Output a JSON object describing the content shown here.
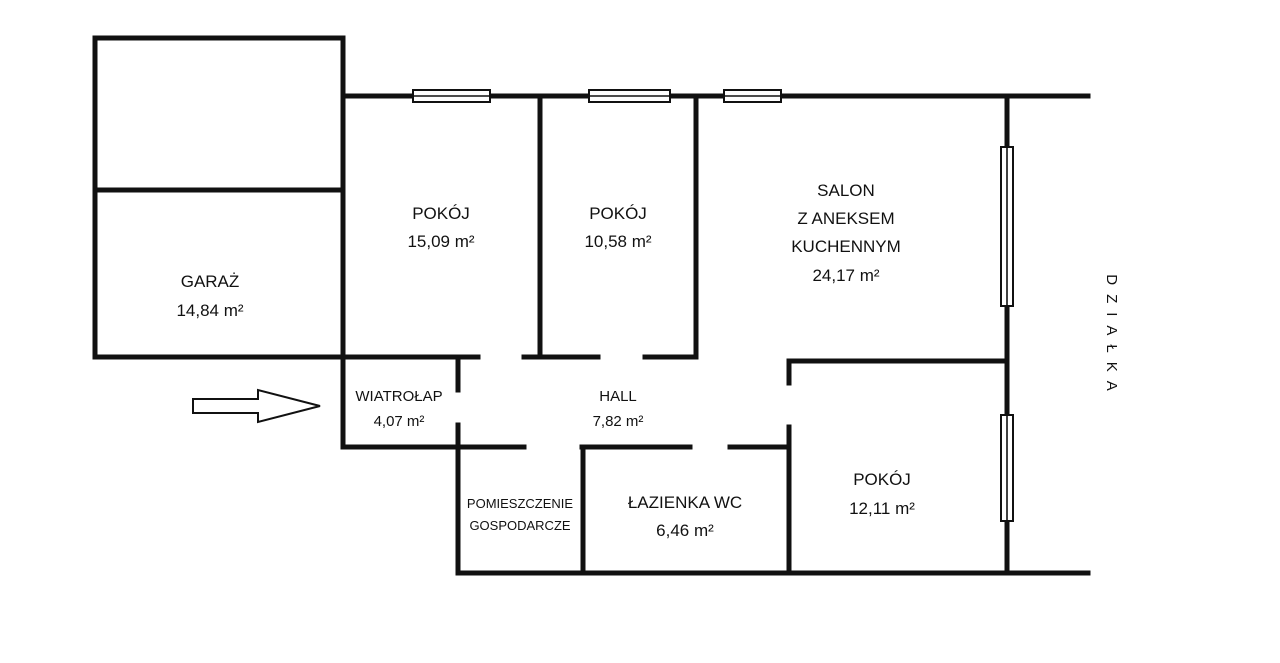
{
  "rooms": {
    "garage": {
      "name": "GARAŻ",
      "area": "14,84 m²"
    },
    "room_1": {
      "name": "POKÓJ",
      "area": "15,09 m²"
    },
    "room_2": {
      "name": "POKÓJ",
      "area": "10,58 m²"
    },
    "salon": {
      "name_line1": "SALON",
      "name_line2": "Z ANEKSEM",
      "name_line3": "KUCHENNYM",
      "area": "24,17 m²"
    },
    "vestibule": {
      "name": "WIATROŁAP",
      "area": "4,07 m²"
    },
    "hall": {
      "name": "HALL",
      "area": "7,82 m²"
    },
    "utility": {
      "name_line1": "POMIESZCZENIE",
      "name_line2": "GOSPODARCZE"
    },
    "bathroom": {
      "name": "ŁAZIENKA WC",
      "area": "6,46 m²"
    },
    "room_3": {
      "name": "POKÓJ",
      "area": "12,11 m²"
    }
  },
  "plot_label": "DZIAŁKA",
  "entrance_arrow": "entrance-arrow-icon",
  "colors": {
    "wall": "#111111",
    "background": "#ffffff"
  }
}
